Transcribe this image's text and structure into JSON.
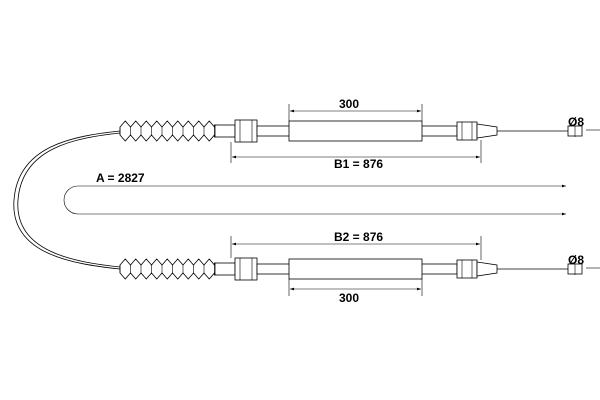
{
  "top_cable": {
    "dim_300": "300",
    "dim_b": "B1 = 876",
    "dim_diameter": "Ø8"
  },
  "bottom_cable": {
    "dim_300": "300",
    "dim_b": "B2 = 876",
    "dim_diameter": "Ø8"
  },
  "overall": {
    "dim_a": "A = 2827"
  },
  "colors": {
    "line": "#000000",
    "background": "#ffffff"
  }
}
